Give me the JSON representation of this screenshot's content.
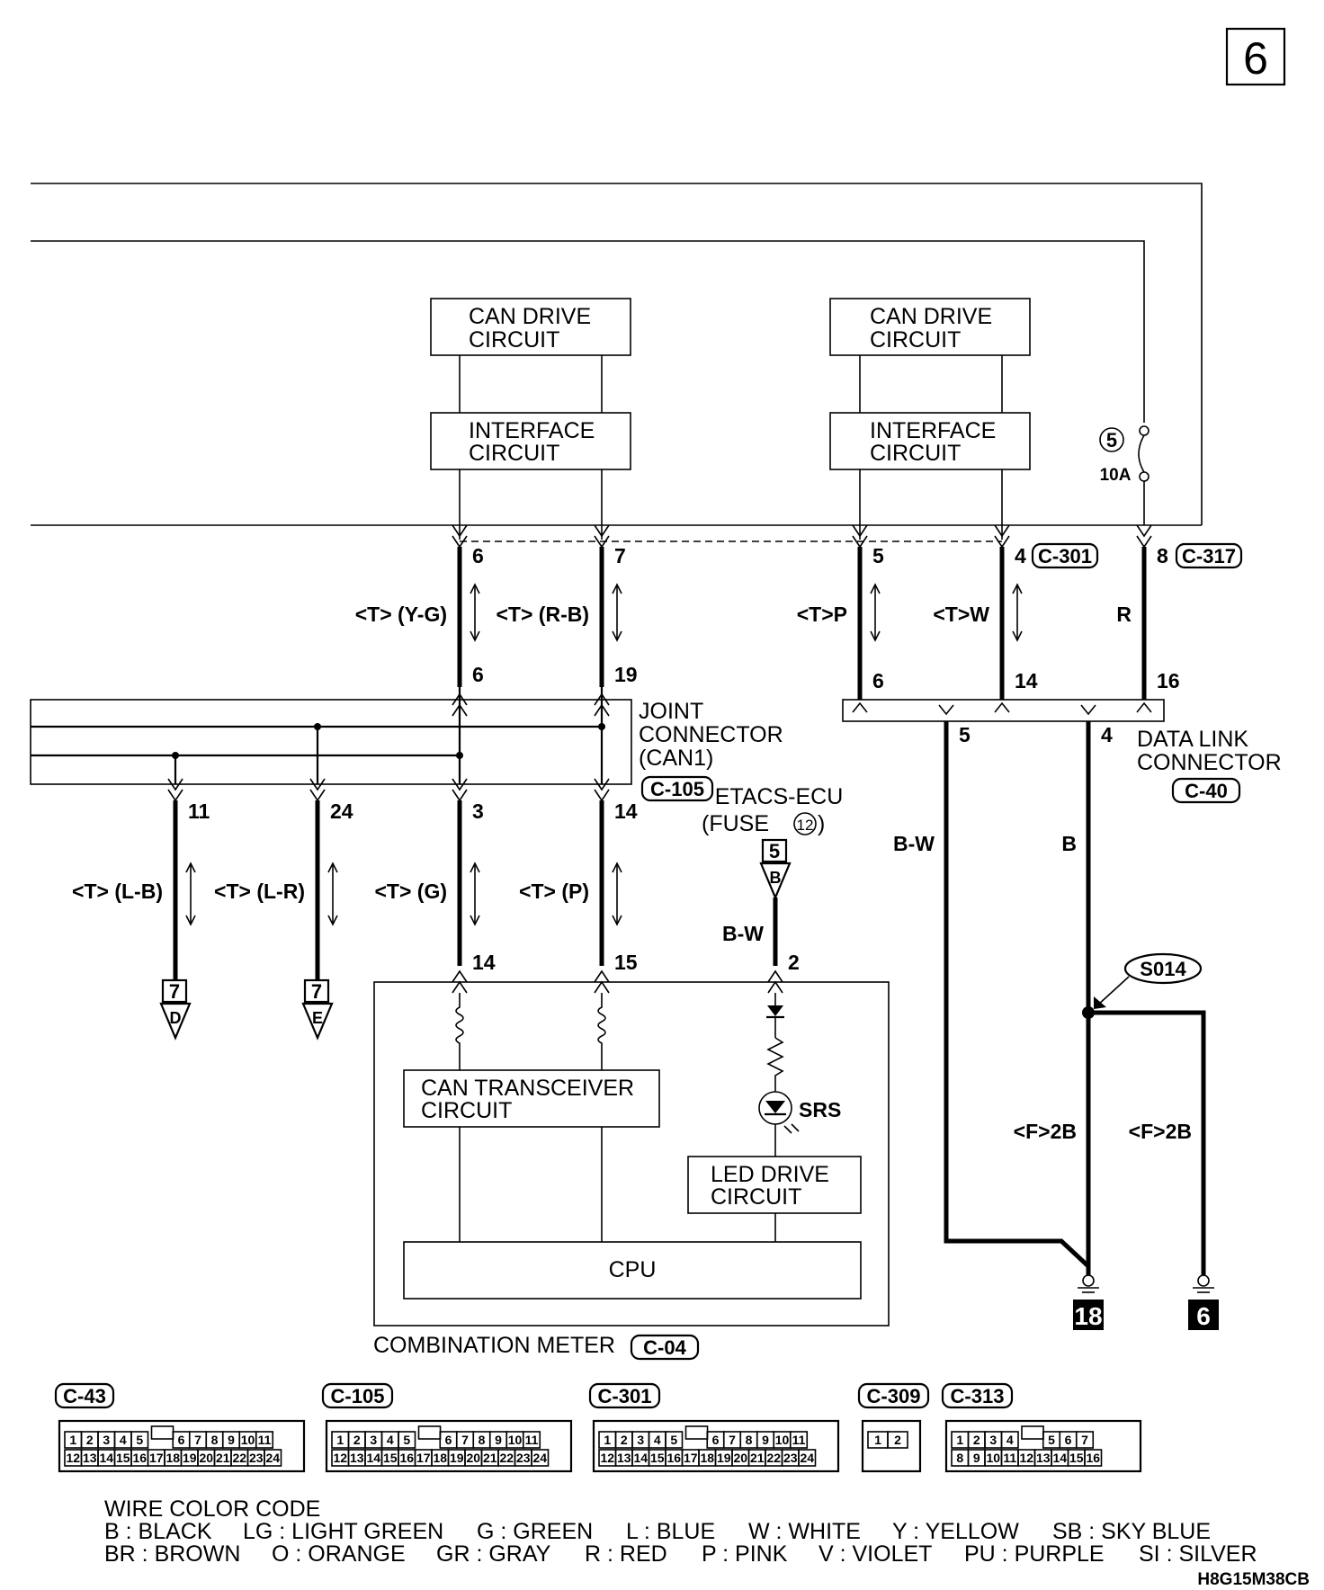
{
  "page_number": "6",
  "diagram_code": "H8G15M38CB",
  "blocks": {
    "can_drive_1": "CAN DRIVE\nCIRCUIT",
    "interface_1": "INTERFACE\nCIRCUIT",
    "can_drive_2": "CAN DRIVE\nCIRCUIT",
    "interface_2": "INTERFACE\nCIRCUIT",
    "can_transceiver": "CAN TRANSCEIVER\nCIRCUIT",
    "led_drive": "LED DRIVE\nCIRCUIT",
    "cpu": "CPU"
  },
  "fuse": {
    "number": "5",
    "rating": "10A"
  },
  "joint_connector": {
    "label_line1": "JOINT",
    "label_line2": "CONNECTOR",
    "label_line3": "(CAN1)",
    "ref": "C-105"
  },
  "data_link_connector": {
    "label_line1": "DATA LINK",
    "label_line2": "CONNECTOR",
    "ref": "C-40"
  },
  "etacs": {
    "label_line1": "ETACS-ECU",
    "label_line2": "(FUSE",
    "fuse_no": "12",
    "label_close": ")",
    "box": "5",
    "tri": "B"
  },
  "combination_meter": {
    "label": "COMBINATION METER",
    "ref": "C-04"
  },
  "srs_label": "SRS",
  "splice_ref": "S014",
  "connector_refs": {
    "c301": "C-301",
    "c317": "C-317"
  },
  "wires": {
    "w1": {
      "top_pin": "6",
      "color": "<T> (Y-G)",
      "bottom_pin": "6"
    },
    "w2": {
      "top_pin": "7",
      "color": "<T> (R-B)",
      "bottom_pin": "19"
    },
    "w3": {
      "top_pin": "5",
      "color": "<T>P",
      "bottom_pin": "6"
    },
    "w4": {
      "top_pin": "4",
      "color": "<T>W",
      "bottom_pin": "14"
    },
    "w5": {
      "top_pin": "8",
      "color": "R",
      "bottom_pin": "16"
    },
    "j11": {
      "top_pin": "11",
      "color": "<T> (L-B)",
      "box": "7",
      "tri": "D"
    },
    "j24": {
      "top_pin": "24",
      "color": "<T> (L-R)",
      "box": "7",
      "tri": "E"
    },
    "j3": {
      "top_pin": "3",
      "color": "<T> (G)",
      "bottom_pin": "14"
    },
    "j14": {
      "top_pin": "14",
      "color": "<T> (P)",
      "bottom_pin": "15"
    },
    "etacs_wire": {
      "color": "B-W",
      "bottom_pin": "2"
    },
    "dlc5": {
      "pin": "5",
      "color": "B-W"
    },
    "dlc4": {
      "pin": "4",
      "color": "B"
    },
    "gnd_a": {
      "color": "<F>2B",
      "ground": "18"
    },
    "gnd_b": {
      "color": "<F>2B",
      "ground": "6"
    }
  },
  "connector_views": [
    {
      "ref": "C-43",
      "top": [
        "1",
        "2",
        "3",
        "4",
        "5",
        "6",
        "7",
        "8",
        "9",
        "10",
        "11"
      ],
      "bottom": [
        "12",
        "13",
        "14",
        "15",
        "16",
        "17",
        "18",
        "19",
        "20",
        "21",
        "22",
        "23",
        "24"
      ]
    },
    {
      "ref": "C-105",
      "top": [
        "1",
        "2",
        "3",
        "4",
        "5",
        "6",
        "7",
        "8",
        "9",
        "10",
        "11"
      ],
      "bottom": [
        "12",
        "13",
        "14",
        "15",
        "16",
        "17",
        "18",
        "19",
        "20",
        "21",
        "22",
        "23",
        "24"
      ]
    },
    {
      "ref": "C-301",
      "top": [
        "1",
        "2",
        "3",
        "4",
        "5",
        "6",
        "7",
        "8",
        "9",
        "10",
        "11"
      ],
      "bottom": [
        "12",
        "13",
        "14",
        "15",
        "16",
        "17",
        "18",
        "19",
        "20",
        "21",
        "22",
        "23",
        "24"
      ]
    },
    {
      "ref": "C-309",
      "top": [
        "1",
        "2"
      ],
      "bottom": []
    },
    {
      "ref": "C-313",
      "top": [
        "1",
        "2",
        "3",
        "4",
        "5",
        "6",
        "7"
      ],
      "bottom": [
        "8",
        "9",
        "10",
        "11",
        "12",
        "13",
        "14",
        "15",
        "16"
      ]
    }
  ],
  "wire_color_code": {
    "title": "WIRE COLOR CODE",
    "row1": [
      "B : BLACK",
      "LG : LIGHT GREEN",
      "G : GREEN",
      "L : BLUE",
      "W : WHITE",
      "Y : YELLOW",
      "SB : SKY BLUE"
    ],
    "row2": [
      "BR : BROWN",
      "O : ORANGE",
      "GR : GRAY",
      "R : RED",
      "P : PINK",
      "V : VIOLET",
      "PU : PURPLE",
      "SI : SILVER"
    ]
  }
}
